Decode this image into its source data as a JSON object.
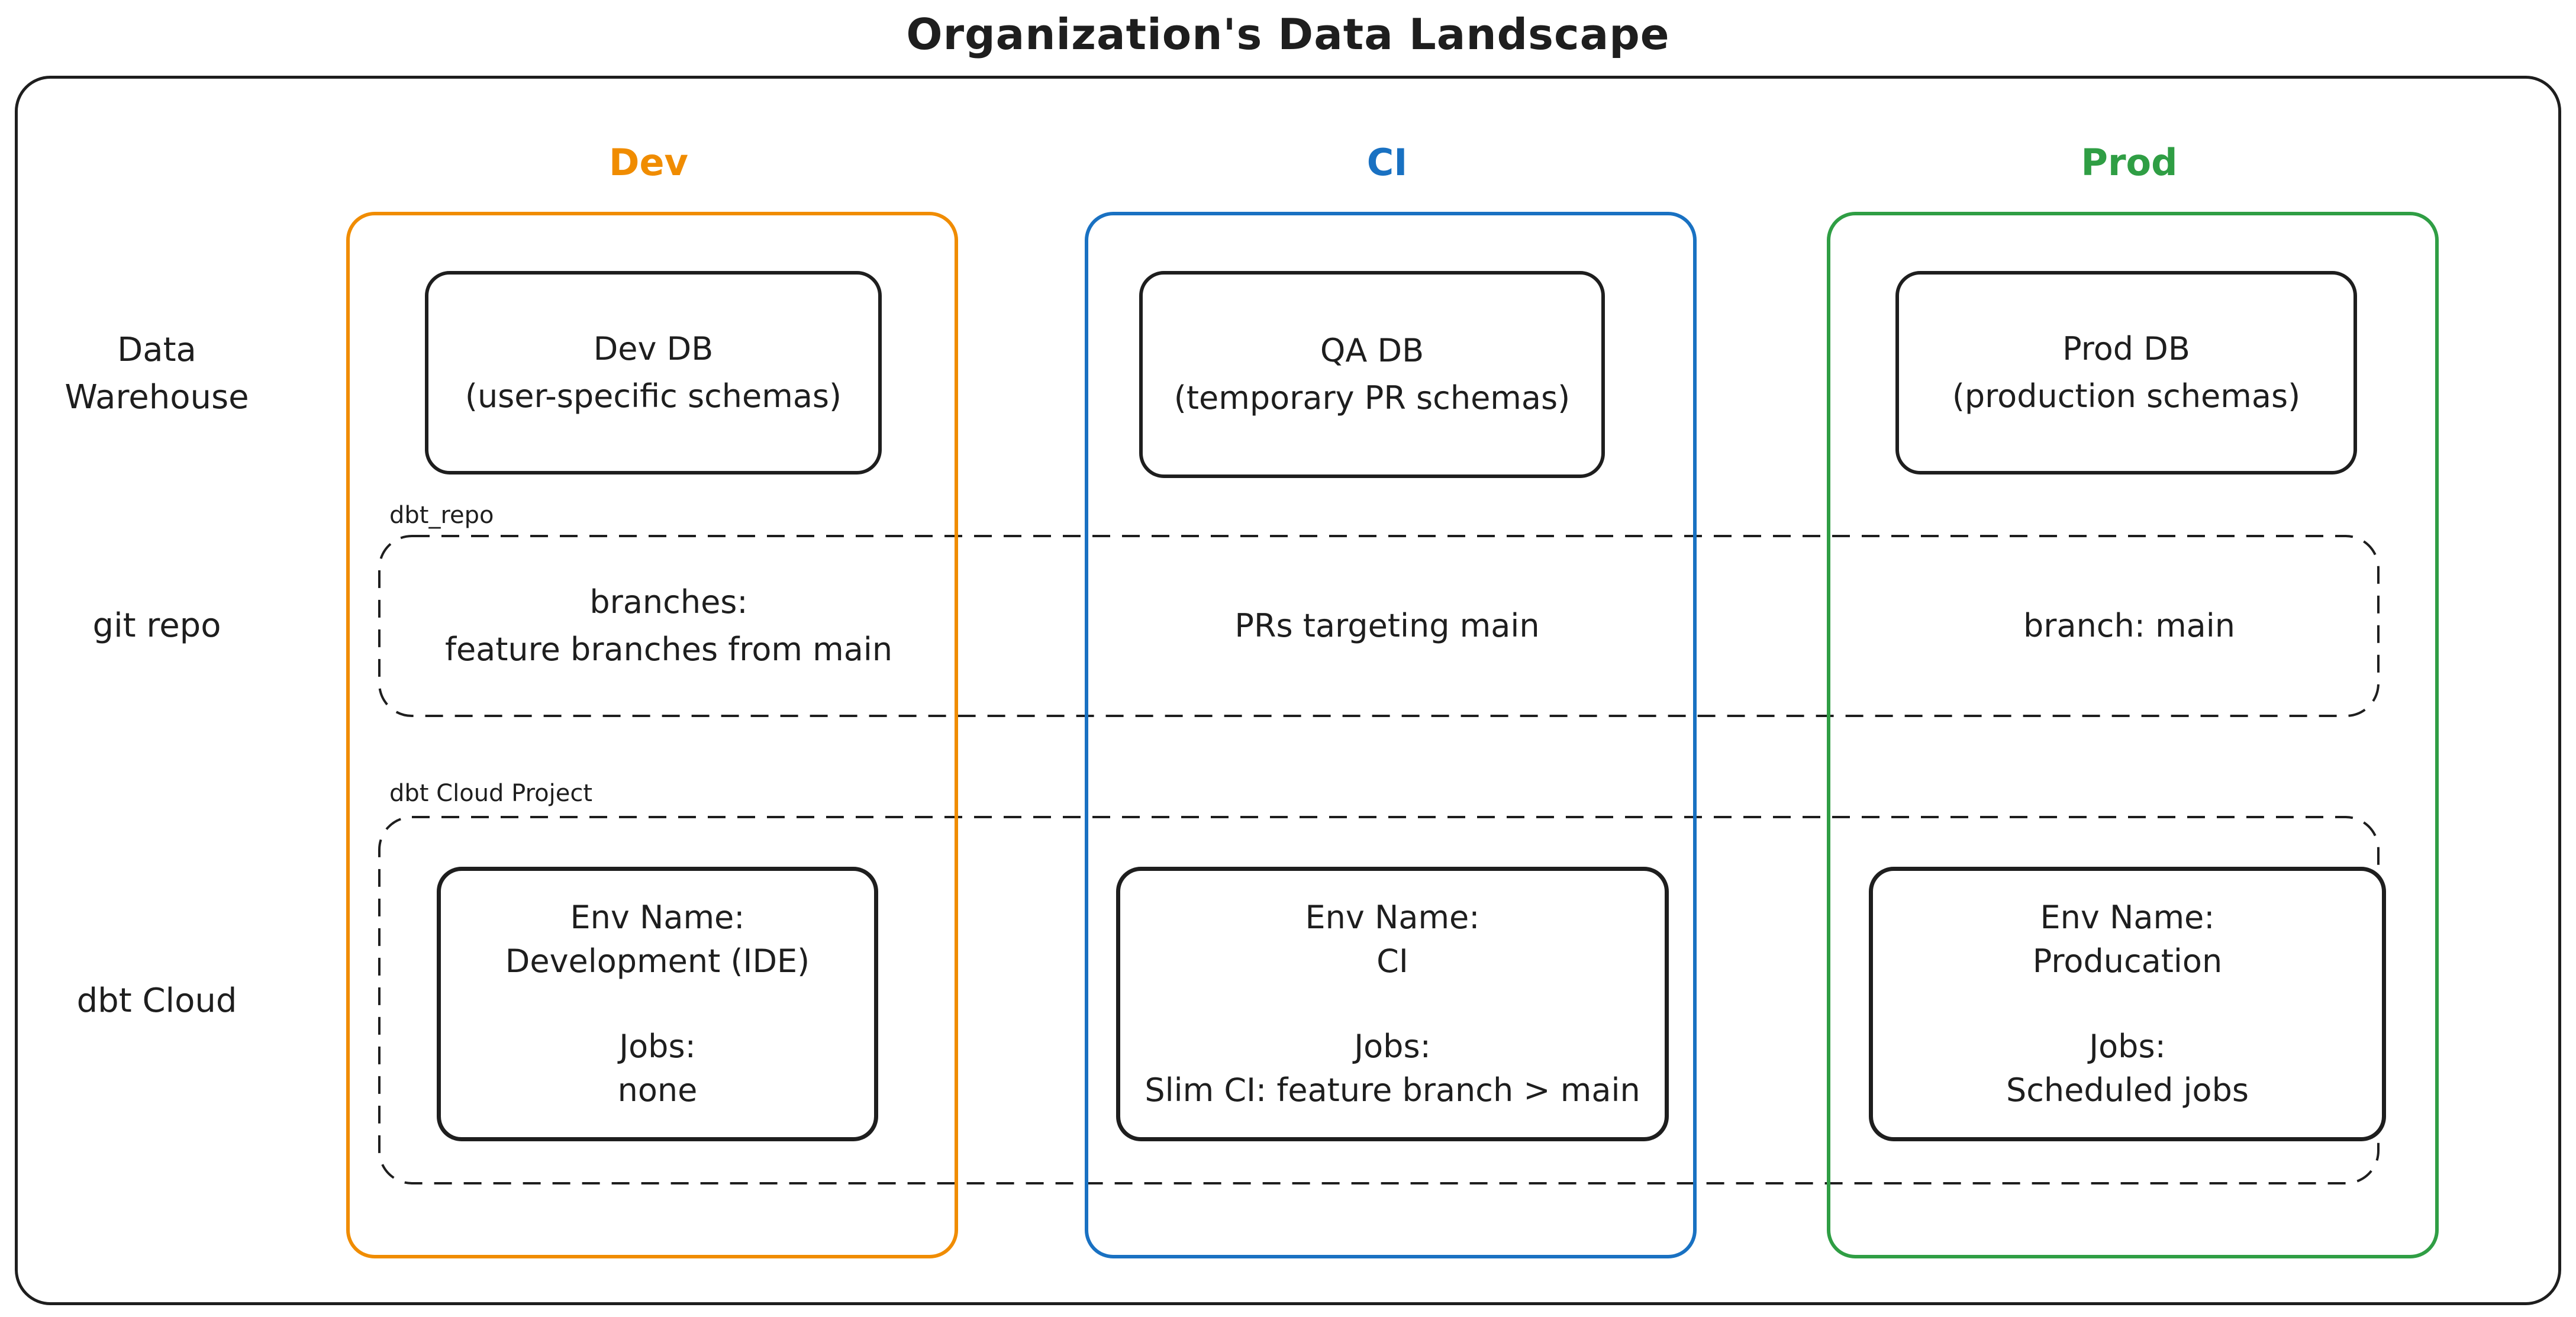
{
  "title": "Organization's Data Landscape",
  "row_labels": {
    "warehouse_line1": "Data",
    "warehouse_line2": "Warehouse",
    "git_repo": "git repo",
    "dbt_cloud": "dbt Cloud"
  },
  "group_boxes": {
    "git_repo_label": "dbt_repo",
    "dbt_cloud_label": "dbt Cloud Project"
  },
  "columns": {
    "dev": {
      "header": "Dev",
      "color": "#f08c00",
      "warehouse": {
        "title": "Dev DB",
        "subtitle": "(user-specific schemas)"
      },
      "git": {
        "line1": "branches:",
        "line2": "feature branches from main"
      },
      "dbt": {
        "env_label": "Env Name:",
        "env_name": "Development (IDE)",
        "jobs_label": "Jobs:",
        "jobs": "none"
      }
    },
    "ci": {
      "header": "CI",
      "color": "#1971c2",
      "warehouse": {
        "title": "QA DB",
        "subtitle": "(temporary PR schemas)"
      },
      "git": {
        "line1": "PRs targeting main",
        "line2": ""
      },
      "dbt": {
        "env_label": "Env Name:",
        "env_name": "CI",
        "jobs_label": "Jobs:",
        "jobs": "Slim CI: feature branch > main"
      }
    },
    "prod": {
      "header": "Prod",
      "color": "#2f9e44",
      "warehouse": {
        "title": "Prod DB",
        "subtitle": "(production schemas)"
      },
      "git": {
        "line1": "branch: main",
        "line2": ""
      },
      "dbt": {
        "env_label": "Env Name:",
        "env_name": "Producation",
        "jobs_label": "Jobs:",
        "jobs": "Scheduled jobs"
      }
    }
  },
  "colors": {
    "stroke": "#1e1e1e",
    "dev_accent": "#f08c00",
    "ci_accent": "#1971c2",
    "prod_accent": "#2f9e44"
  }
}
